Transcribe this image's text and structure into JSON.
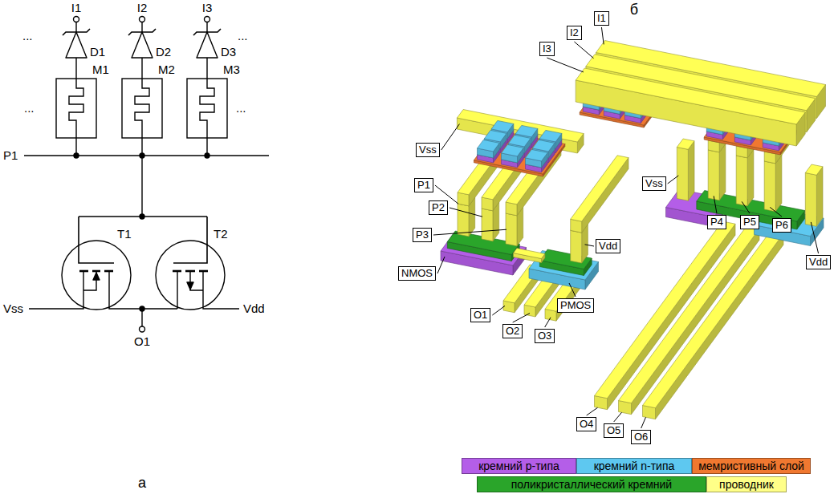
{
  "diagram": {
    "nodes": [
      {
        "text": [
          "I1"
        ]
      },
      {
        "text": [
          "I2"
        ]
      },
      {
        "text": [
          "I3"
        ]
      },
      {
        "text": [
          "Vss"
        ]
      },
      {
        "text": [
          "P1"
        ]
      },
      {
        "text": [
          "P2"
        ]
      },
      {
        "text": [
          "P3"
        ]
      },
      {
        "text": [
          "NMOS"
        ]
      },
      {
        "text": [
          "O1"
        ]
      },
      {
        "text": [
          "O2"
        ]
      },
      {
        "text": [
          "O3"
        ]
      },
      {
        "text": [
          "PMOS"
        ]
      },
      {
        "text": [
          "Vdd"
        ]
      },
      {
        "text": [
          "Vss"
        ]
      },
      {
        "text": [
          "P4"
        ]
      },
      {
        "text": [
          "P5"
        ]
      },
      {
        "text": [
          "P6"
        ]
      },
      {
        "text": [
          "Vdd"
        ]
      },
      {
        "text": [
          "O4"
        ]
      },
      {
        "text": [
          "O5"
        ]
      },
      {
        "text": [
          "O6"
        ]
      }
    ],
    "labels": [
      "I1",
      "I2",
      "I3",
      "D1",
      "D2",
      "D3",
      "...",
      "...",
      "...",
      "...",
      "M1",
      "M2",
      "M3",
      "P1",
      "T1",
      "T2",
      "Vss",
      "Vdd",
      "O1",
      "а",
      "б"
    ],
    "legend": [
      {
        "text": "кремний p-типа",
        "color": "#b45ee8"
      },
      {
        "text": "кремний n-типа",
        "color": "#5ec8f0"
      },
      {
        "text": "мемристивный слой",
        "color": "#f07830"
      },
      {
        "text": "поликристаллический кремний",
        "color": "#2aa52a"
      },
      {
        "text": "проводник",
        "color": "#ffff88"
      }
    ]
  }
}
